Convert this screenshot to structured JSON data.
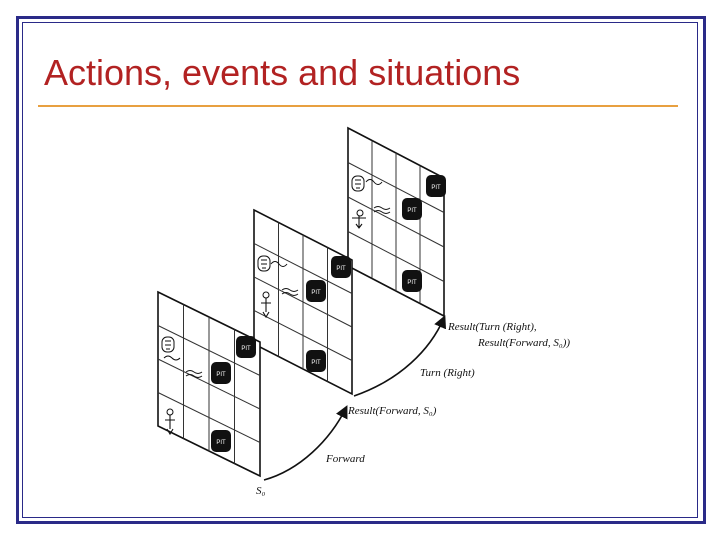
{
  "slide": {
    "title": "Actions, events and situations"
  },
  "diagram": {
    "pit_label": "PIT",
    "labels": {
      "result_turn_line1": "Result(Turn (Right),",
      "result_turn_line2": "Result(Forward, S₀))",
      "turn_right": "Turn (Right)",
      "result_forward": "Result(Forward, S₀)",
      "forward": "Forward",
      "s0": "S₀"
    }
  }
}
